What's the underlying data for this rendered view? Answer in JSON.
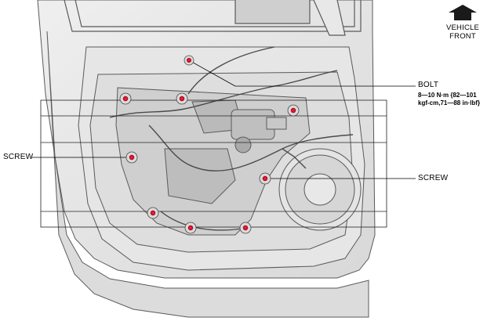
{
  "labels": {
    "vehicle_front_line1": "VEHICLE",
    "vehicle_front_line2": "FRONT",
    "bolt": "BOLT",
    "bolt_spec_line1": "8—10 N·m {82—101",
    "bolt_spec_line2": "kgf-cm,71—88 in·lbf}",
    "screw_left": "SCREW",
    "screw_right": "SCREW"
  },
  "colors": {
    "panel": "#e4e4e4",
    "panel_dark": "#c9c9c9",
    "outline": "#5a5a5a",
    "fastener_highlight": "#e0102a",
    "arrow": "#1a1a1a"
  },
  "icons": {
    "direction": "up-arrow-icon",
    "fastener": "red-dot-marker"
  }
}
